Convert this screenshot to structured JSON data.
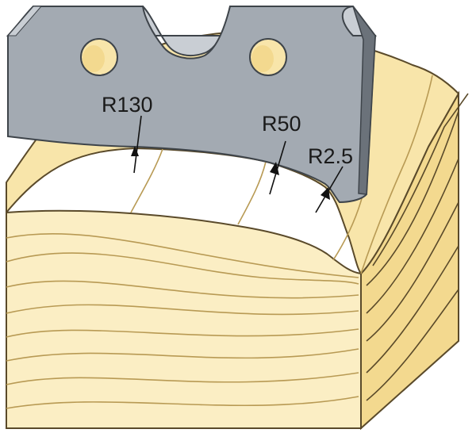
{
  "colors": {
    "wood_front": "#fbeec4",
    "wood_top": "#f8e5aa",
    "wood_side": "#f3d98f",
    "grain_line": "#b89a54",
    "outline": "#5a4a2a",
    "steel": "#a3aab2",
    "steel_light": "#c9ced4",
    "steel_dark": "#6b727a",
    "steel_edge": "#3e444a",
    "arrow": "#111111"
  },
  "annotations": [
    {
      "id": "r130",
      "label": "R130"
    },
    {
      "id": "r50",
      "label": "R50"
    },
    {
      "id": "r2_5",
      "label": "R2.5"
    }
  ]
}
